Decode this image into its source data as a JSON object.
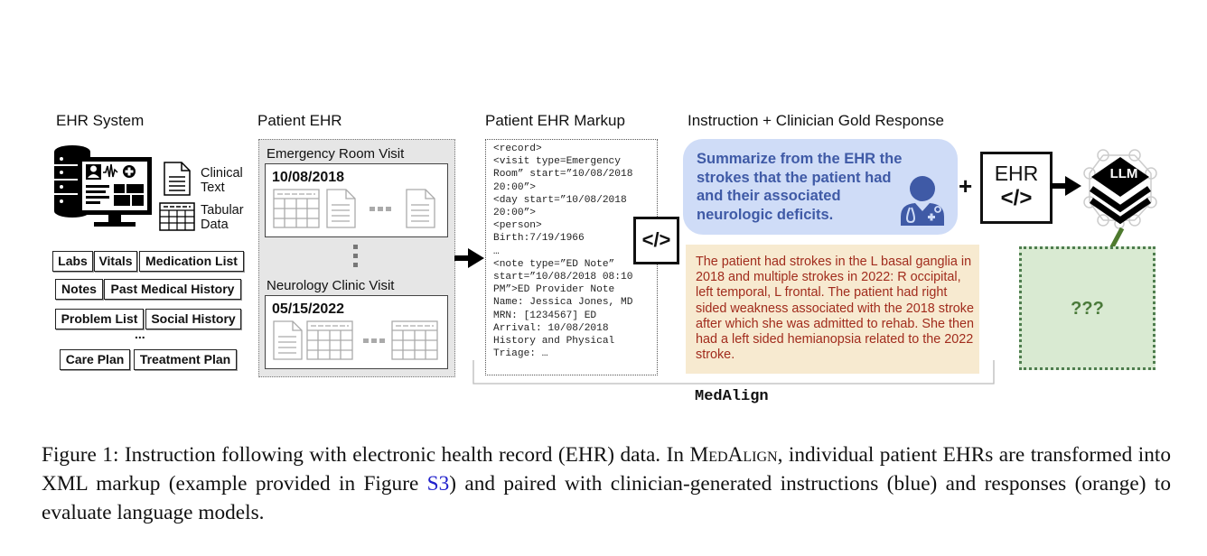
{
  "sections": {
    "ehr_system": "EHR System",
    "patient_ehr": "Patient EHR",
    "markup": "Patient EHR Markup",
    "instruction": "Instruction + Clinician Gold Response"
  },
  "ehr_system": {
    "clinical_text": [
      "Clinical",
      "Text"
    ],
    "tabular_data": [
      "Tabular",
      "Data"
    ],
    "tags": [
      "Labs",
      "Vitals",
      "Medication List",
      "Notes",
      "Past Medical History",
      "Problem List",
      "Social History",
      "Care Plan",
      "Treatment Plan"
    ],
    "ellipsis": "..."
  },
  "patient_ehr": {
    "visits": [
      {
        "label": "Emergency Room Visit",
        "date": "10/08/2018"
      },
      {
        "label": "Neurology Clinic Visit",
        "date": "05/15/2022"
      }
    ]
  },
  "markup": {
    "code": "<record>\n<visit type=Emergency\nRoom” start=”10/08/2018\n20:00”>\n<day start=”10/08/2018\n20:00”>\n<person>\nBirth:7/19/1966\n…\n<note type=”ED Note”\nstart=”10/08/2018 08:10\nPM”>ED Provider Note\nName: Jessica Jones, MD\nMRN: [1234567] ED\nArrival: 10/08/2018\nHistory and Physical\nTriage: …",
    "code_icon": "</>"
  },
  "instruction": {
    "text": "Summarize from the EHR the strokes that the patient had and their associated neurologic deficits.",
    "icon": "doctor-icon"
  },
  "response": {
    "text": "The patient had strokes in the L basal ganglia in 2018 and multiple strokes in 2022: R occipital, left temporal, L frontal.  The patient had right sided weakness associated with the 2018 stroke after which she was admitted to rehab. She then had a left sided hemianopsia related to the 2022 stroke."
  },
  "pipeline": {
    "plus": "+",
    "ehr_label": "EHR",
    "ehr_code": "</>",
    "llm_label": "LLM",
    "answer": "???"
  },
  "medalign_label": "MedAlign",
  "caption": {
    "prefix": "Figure 1: Instruction following with electronic health record (EHR) data. In ",
    "name": "MedAlign",
    "mid": ", individual patient EHRs are transformed into XML markup (example provided in Figure ",
    "ref": "S3",
    "suffix": ") and paired with clinician-generated instructions (blue) and responses (orange) to evaluate language models."
  },
  "colors": {
    "instruction_bg": "#cfdcf7",
    "instruction_text": "#3f5aa6",
    "response_bg": "#f7ead0",
    "response_text": "#a12c1d",
    "answer_bg": "#d9ead2",
    "answer_accent": "#4a7a3a",
    "link": "#2222cc"
  }
}
